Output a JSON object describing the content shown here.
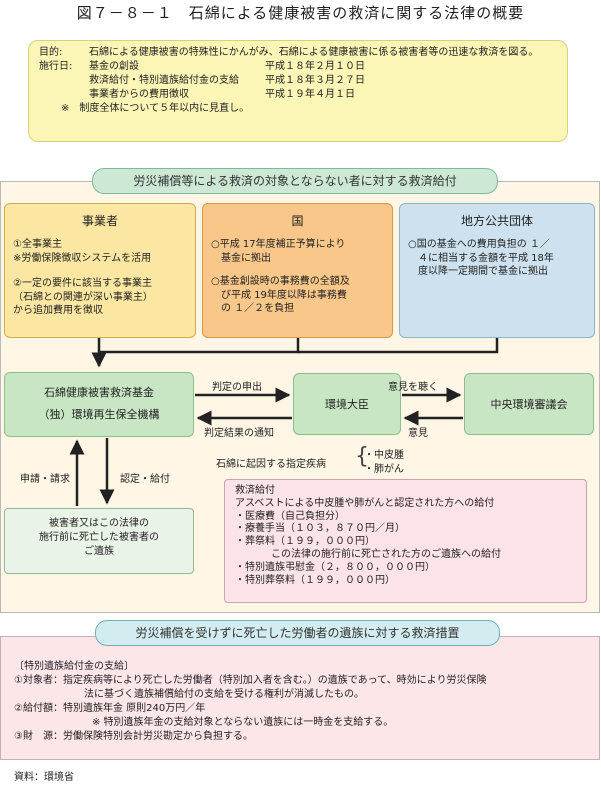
{
  "title": "図７－８－１　石綿による健康被害の救済に関する法律の概要",
  "purpose": {
    "purpose_label": "目的:",
    "purpose_text": "石綿による健康被害の特殊性にかんがみ、石綿による健康被害に係る被害者等の迅速な救済を図る。",
    "enforcement_label": "施行日:",
    "items": [
      {
        "desc": "基金の創設",
        "date": "平成１８年２月１０日"
      },
      {
        "desc": "救済給付・特別遺族給付金の支給",
        "date": "平成１８年３月２７日"
      },
      {
        "desc": "事業者からの費用徴収",
        "date": "平成１９年４月１日"
      }
    ],
    "note": "※　制度全体について５年以内に見直し。"
  },
  "section1_title": "労災補償等による救済の対象とならない者に対する救済給付",
  "boxes": {
    "jigyosha": {
      "heading": "事業者",
      "line1": "①全事業主",
      "line2": "※労働保険徴収システムを活用",
      "line3": "②一定の要件に該当する事業主",
      "line4": "（石綿との関連が深い事業主）",
      "line5": "から追加費用を徴収"
    },
    "kuni": {
      "heading": "国",
      "line1": "○平成 17年度補正予算により",
      "line2": "基金に拠出",
      "line3": "○基金創設時の事務費の全額及",
      "line4": "び平成 19年度以降は事務費",
      "line5": "の １／２を負担"
    },
    "chiho": {
      "heading": "地方公共団体",
      "line1": "○国の基金への費用負担の １／",
      "line2": "４に相当する金額を平成 18年",
      "line3": "度以降一定期間で基金に拠出"
    }
  },
  "kikin": {
    "line1": "石綿健康被害救済基金",
    "line2": "（独）環境再生保全機構"
  },
  "daijin": "環境大臣",
  "shingikai": "中央環境審議会",
  "labels": {
    "moushide": "判定の申出",
    "kekka": "判定結果の通知",
    "iken_kiku": "意見を聴く",
    "iken": "意見",
    "shinsei": "申請・請求",
    "nintei": "認定・給付",
    "shikkan": "石綿に起因する指定疾病",
    "chuuhishu": "・中皮腫",
    "haigan": "・肺がん"
  },
  "victim": {
    "line1": "被害者又はこの法律の",
    "line2": "施行前に死亡した被害者の",
    "line3": "ご遺族"
  },
  "benefit": {
    "title": "救済給付",
    "intro": "アスベストによる中皮腫や肺がんと認定された方への給付",
    "items": [
      "・医療費（自己負担分）",
      "・療養手当（１０３，８７０円／月）",
      "・葬祭料（１９９，０００円）"
    ],
    "deceased": "この法律の施行前に死亡された方のご遺族への給付",
    "items2": [
      "・特別遺族弔慰金（２，８００，０００円）",
      "・特別葬祭料（１９９，０００円）"
    ]
  },
  "section2_title": "労災補償を受けずに死亡した労働者の遺族に対する救済措置",
  "section2": {
    "heading": "〔特別遺族給付金の支給〕",
    "l1": "①対象者：指定疾病等により死亡した労働者（特別加入者を含む。）の遺族であって、時効により労災保険",
    "l2": "法に基づく遺族補償給付の支給を受ける権利が消滅したもの。",
    "l3": "②給付額：特別遺族年金 原則240万円／年",
    "l4": "※ 特別遺族年金の支給対象とならない遺族には一時金を支給する。",
    "l5": "③財　源：労働保険特別会計労災勘定から負担する。"
  },
  "source": "資料：環境省",
  "colors": {
    "purpose_bg": "#fbf6b6",
    "jigyosha_bg": "#fbe7a2",
    "kuni_bg": "#f8c789",
    "chiho_bg": "#cde2ee",
    "green_box": "#c8e6c4",
    "benefit_bg": "#fce3e7",
    "section2_bg": "#fde6e8",
    "frame1_bg": "#fff6e6"
  }
}
